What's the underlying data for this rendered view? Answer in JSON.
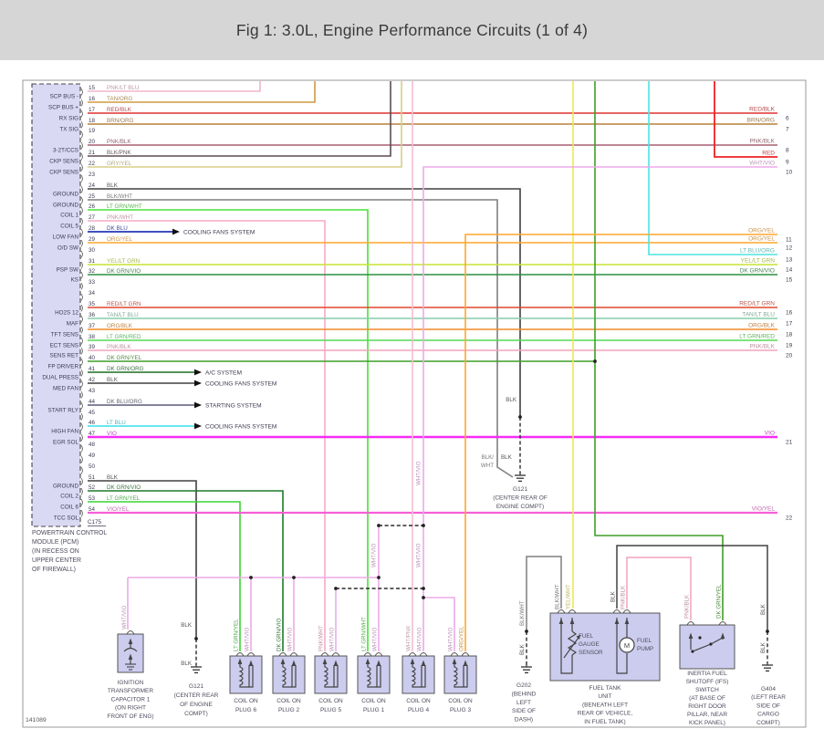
{
  "title": "Fig 1: 3.0L, Engine Performance Circuits (1 of 4)",
  "footer_code": "141089",
  "colors": {
    "header_bg": "#d6d6d6",
    "pcm_fill": "#d9d9f4",
    "component_fill": "#ccccee",
    "PNK/LT BLU": "#efb6ca",
    "TAN/ORG": "#cf9b40",
    "RED/BLK": "#e03030",
    "BRN/ORG": "#b5813d",
    "PNK/BLK_D": "#a95f72",
    "BLK/PNK": "#5d4a52",
    "GRY/YEL": "#d8ce85",
    "BLK": "#404040",
    "BLK/WHT": "#7f7f7f",
    "LT GRN/WHT": "#46e336",
    "PNK/WHT": "#f6aac6",
    "DK BLU": "#2437b8",
    "ORG/YEL": "#ffa62b",
    "YEL/LT GRN": "#c9e430",
    "DK GRN/VIO": "#2c9140",
    "DK GRN/VIO_D": "#1d7a28",
    "RED/LT GRN": "#e0462e",
    "TAN/LT BLU": "#86ceac",
    "ORG/BLK": "#f08a28",
    "LT GRN/RED": "#54da54",
    "PNK/BLK": "#f2a4bc",
    "DK GRN/YEL": "#3f9e28",
    "DK GRN/ORG": "#1d6e22",
    "DK BLU/ORG": "#5a5a78",
    "LT BLU": "#35dfe8",
    "VIO": "#f72af7",
    "LT GRN/YEL": "#3bd335",
    "VIO/YEL": "#f75fd7",
    "WHT/VIO": "#edaae8",
    "YEL/WHT": "#f0e84e",
    "WHT/PNK": "#f4bdd1",
    "RED": "#ee2222",
    "LT BLU/ORG": "#4fe3df"
  },
  "pcm": {
    "connector_label": "C175",
    "caption": [
      "POWERTRAIN CONTROL",
      "MODULE (PCM)",
      "(IN RECESS ON",
      "UPPER CENTER",
      "OF FIREWALL)"
    ],
    "pins": [
      {
        "n": 15,
        "wire": "PNK/LT BLU",
        "signal": "SCP BUS -"
      },
      {
        "n": 16,
        "wire": "TAN/ORG",
        "signal": "SCP BUS +"
      },
      {
        "n": 17,
        "wire": "RED/BLK",
        "signal": "RX SIG"
      },
      {
        "n": 18,
        "wire": "BRN/ORG",
        "signal": "TX SIG"
      },
      {
        "n": 19,
        "wire": "",
        "signal": ""
      },
      {
        "n": 20,
        "wire": "PNK/BLK",
        "signal": "3-2T/CCS"
      },
      {
        "n": 21,
        "wire": "BLK/PNK",
        "signal": "CKP SENS"
      },
      {
        "n": 22,
        "wire": "GRY/YEL",
        "signal": "CKP SENS"
      },
      {
        "n": 23,
        "wire": "",
        "signal": ""
      },
      {
        "n": 24,
        "wire": "BLK",
        "signal": "GROUND"
      },
      {
        "n": 25,
        "wire": "BLK/WHT",
        "signal": "GROUND"
      },
      {
        "n": 26,
        "wire": "LT GRN/WHT",
        "signal": "COIL 1"
      },
      {
        "n": 27,
        "wire": "PNK/WHT",
        "signal": "COIL 5"
      },
      {
        "n": 28,
        "wire": "DK BLU",
        "signal": "LOW FAN"
      },
      {
        "n": 29,
        "wire": "ORG/YEL",
        "signal": "O/D SW"
      },
      {
        "n": 30,
        "wire": "",
        "signal": ""
      },
      {
        "n": 31,
        "wire": "YEL/LT GRN",
        "signal": "PSP SW"
      },
      {
        "n": 32,
        "wire": "DK GRN/VIO",
        "signal": "KS"
      },
      {
        "n": 33,
        "wire": "",
        "signal": ""
      },
      {
        "n": 34,
        "wire": "",
        "signal": ""
      },
      {
        "n": 35,
        "wire": "RED/LT GRN",
        "signal": "HO2S 12"
      },
      {
        "n": 36,
        "wire": "TAN/LT BLU",
        "signal": "MAF"
      },
      {
        "n": 37,
        "wire": "ORG/BLK",
        "signal": "TFT SENS"
      },
      {
        "n": 38,
        "wire": "LT GRN/RED",
        "signal": "ECT SENS"
      },
      {
        "n": 39,
        "wire": "PNK/BLK",
        "signal": "SENS RET"
      },
      {
        "n": 40,
        "wire": "DK GRN/YEL",
        "signal": "FP DRIVER"
      },
      {
        "n": 41,
        "wire": "DK GRN/ORG",
        "signal": "DUAL PRESS"
      },
      {
        "n": 42,
        "wire": "BLK",
        "signal": "MED FAN"
      },
      {
        "n": 43,
        "wire": "",
        "signal": ""
      },
      {
        "n": 44,
        "wire": "DK BLU/ORG",
        "signal": "START RLY"
      },
      {
        "n": 45,
        "wire": "",
        "signal": ""
      },
      {
        "n": 46,
        "wire": "LT BLU",
        "signal": "HIGH FAN"
      },
      {
        "n": 47,
        "wire": "VIO",
        "signal": "EGR SOL"
      },
      {
        "n": 48,
        "wire": "",
        "signal": ""
      },
      {
        "n": 49,
        "wire": "",
        "signal": ""
      },
      {
        "n": 50,
        "wire": "",
        "signal": ""
      },
      {
        "n": 51,
        "wire": "BLK",
        "signal": "GROUND"
      },
      {
        "n": 52,
        "wire": "DK GRN/VIO",
        "signal": "COIL 2"
      },
      {
        "n": 53,
        "wire": "LT GRN/YEL",
        "signal": "COIL 6"
      },
      {
        "n": 54,
        "wire": "VIO/YEL",
        "signal": "TCC SOL"
      }
    ]
  },
  "system_refs": [
    {
      "label": "COOLING FANS SYSTEM"
    },
    {
      "label": "A/C SYSTEM"
    },
    {
      "label": "COOLING FANS SYSTEM"
    },
    {
      "label": "STARTING SYSTEM"
    },
    {
      "label": "COOLING FANS SYSTEM"
    }
  ],
  "right_exits": [
    {
      "num": "6",
      "wire": "RED/BLK"
    },
    {
      "num": "7",
      "wire": "BRN/ORG"
    },
    {
      "num": "8",
      "wire": "PNK/BLK"
    },
    {
      "num": "9",
      "wire": "RED"
    },
    {
      "num": "10",
      "wire": "WHT/VIO"
    },
    {
      "num": "11",
      "wire": "ORG/YEL"
    },
    {
      "num": "12",
      "wire": "ORG/YEL"
    },
    {
      "num": "13",
      "wire": "LT BLU/ORG"
    },
    {
      "num": "14",
      "wire": "YEL/LT GRN"
    },
    {
      "num": "15",
      "wire": "DK GRN/VIO"
    },
    {
      "num": "16",
      "wire": "RED/LT GRN"
    },
    {
      "num": "17",
      "wire": "TAN/LT BLU"
    },
    {
      "num": "18",
      "wire": "ORG/BLK"
    },
    {
      "num": "19",
      "wire": "LT GRN/RED"
    },
    {
      "num": "20",
      "wire": "PNK/BLK"
    },
    {
      "num": "21",
      "wire": "VIO"
    },
    {
      "num": "22",
      "wire": "VIO/YEL"
    }
  ],
  "wire_tags": [
    "WHT/VIO",
    "LT GRN/YEL",
    "WHT/VIO",
    "DK GRN/VIO",
    "WHT/VIO",
    "PNK/WHT",
    "WHT/VIO",
    "LT GRN/WHT",
    "WHT/VIO",
    "WHT/PNK",
    "WHT/VIO",
    "WHT/VIO",
    "ORG/YEL",
    "WHT/VIO",
    "WHT/VIO",
    "WHT/VIO",
    "BLK/WHT",
    "YEL/WHT",
    "BLK",
    "PNK/BLK",
    "BLK/WHT",
    "BLK",
    "PNK/BLK",
    "DK GRN/YEL",
    "BLK",
    "BLK",
    "BLK",
    "BLK/",
    "WHT",
    "BLK",
    "BLK",
    "BLK"
  ],
  "components": {
    "capacitor": {
      "caption": [
        "IGNITION",
        "TRANSFORMER",
        "CAPACITOR 1",
        "(ON RIGHT",
        "FRONT OF ENG)"
      ]
    },
    "g121_bottom": {
      "caption": [
        "G121",
        "(CENTER REAR",
        "OF ENGINE",
        "COMPT)"
      ]
    },
    "g121_center": {
      "caption": [
        "G121",
        "(CENTER REAR OF",
        "ENGINE COMPT)"
      ]
    },
    "g202": {
      "caption": [
        "G202",
        "(BEHIND",
        "LEFT",
        "SIDE OF",
        "DASH)"
      ]
    },
    "g404": {
      "caption": [
        "G404",
        "(LEFT REAR",
        "SIDE OF",
        "CARGO",
        "COMPT)"
      ]
    },
    "coils": [
      {
        "caption": [
          "COIL ON",
          "PLUG 6"
        ]
      },
      {
        "caption": [
          "COIL ON",
          "PLUG 2"
        ]
      },
      {
        "caption": [
          "COIL ON",
          "PLUG 5"
        ]
      },
      {
        "caption": [
          "COIL ON",
          "PLUG 1"
        ]
      },
      {
        "caption": [
          "COIL ON",
          "PLUG 4"
        ]
      },
      {
        "caption": [
          "COIL ON",
          "PLUG 3"
        ]
      }
    ],
    "fuel_tank": {
      "caption": [
        "FUEL TANK",
        "UNIT",
        "(BENEATH LEFT",
        "REAR OF VEHICLE,",
        "IN FUEL TANK)"
      ],
      "sensor_label": [
        "FUEL",
        "GAUGE",
        "SENSOR"
      ],
      "pump_label": [
        "FUEL",
        "PUMP"
      ],
      "motor_letter": "M"
    },
    "ifs": {
      "caption": [
        "INERTIA FUEL",
        "SHUTOFF (IFS)",
        "SWITCH",
        "(AT BASE OF",
        "RIGHT DOOR",
        "PILLAR, NEAR",
        "KICK PANEL)"
      ]
    }
  }
}
